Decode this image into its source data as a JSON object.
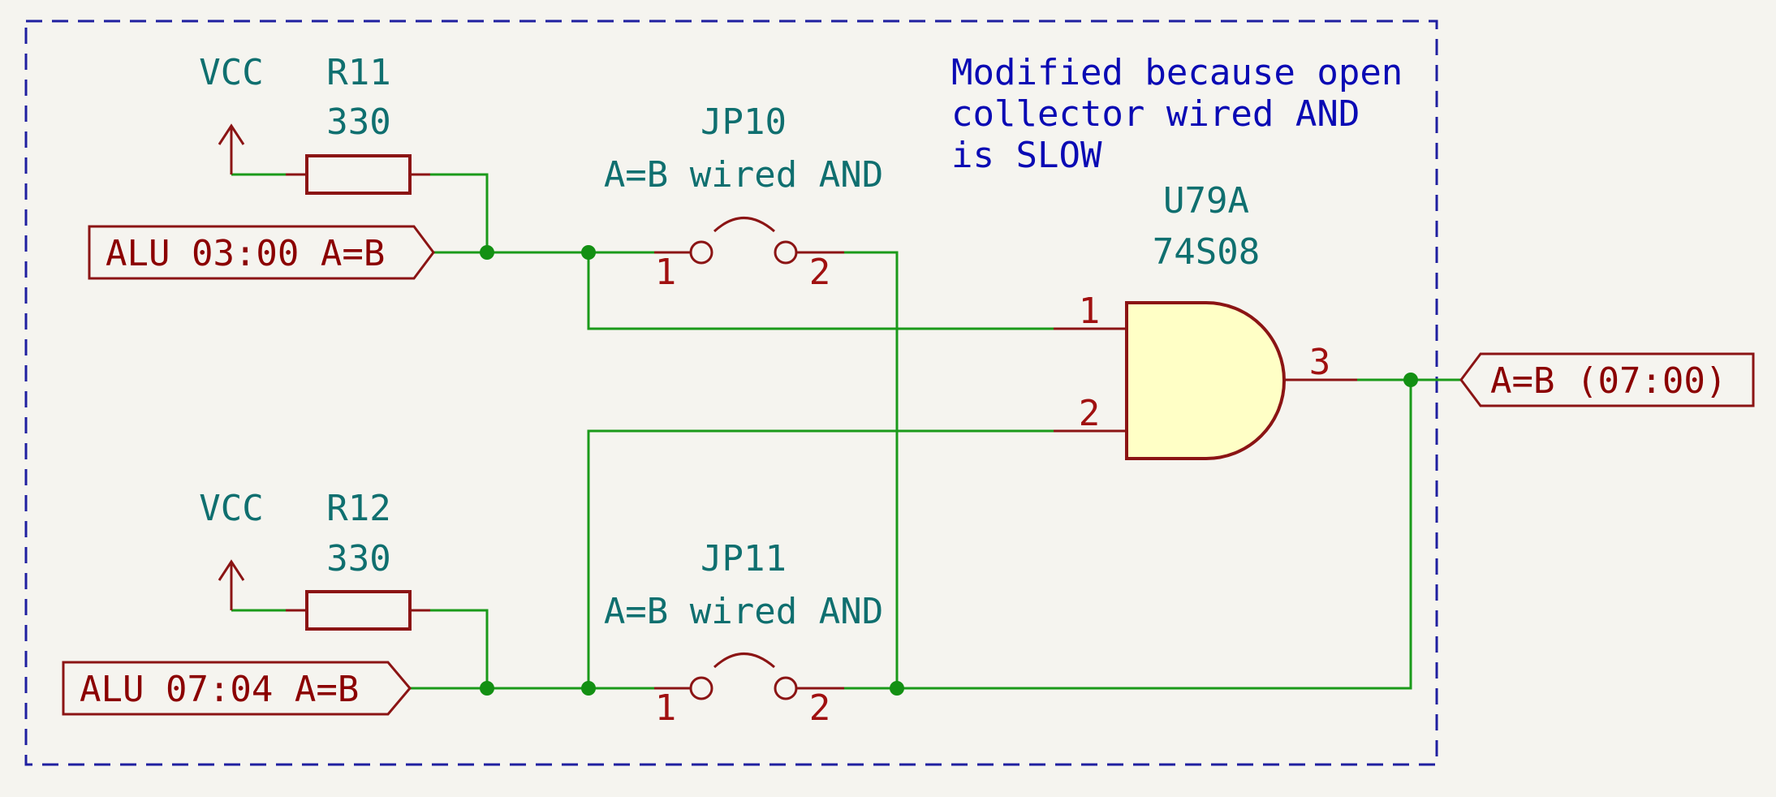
{
  "colors": {
    "background": "#f5f4ef",
    "wire": "#1a9a1a",
    "junction": "#139013",
    "component": "#8b1414",
    "gate_fill": "#ffffc6",
    "ref_text": "#0f6f6f",
    "note_text": "#0a0ab4",
    "border": "#1f1fa0"
  },
  "note": {
    "line1": "Modified because open",
    "line2": "collector wired AND",
    "line3": "is SLOW"
  },
  "power": {
    "top": "VCC",
    "bottom": "VCC"
  },
  "resistors": {
    "r11": {
      "ref": "R11",
      "value": "330"
    },
    "r12": {
      "ref": "R12",
      "value": "330"
    }
  },
  "jumpers": {
    "jp10": {
      "ref": "JP10",
      "value": "A=B wired AND",
      "pin1": "1",
      "pin2": "2"
    },
    "jp11": {
      "ref": "JP11",
      "value": "A=B wired AND",
      "pin1": "1",
      "pin2": "2"
    }
  },
  "gate": {
    "ref": "U79A",
    "value": "74S08",
    "pin1": "1",
    "pin2": "2",
    "pin3": "3"
  },
  "labels": {
    "in_top": "ALU 03:00 A=B",
    "in_bottom": "ALU 07:04 A=B",
    "out": "A=B (07:00)"
  }
}
